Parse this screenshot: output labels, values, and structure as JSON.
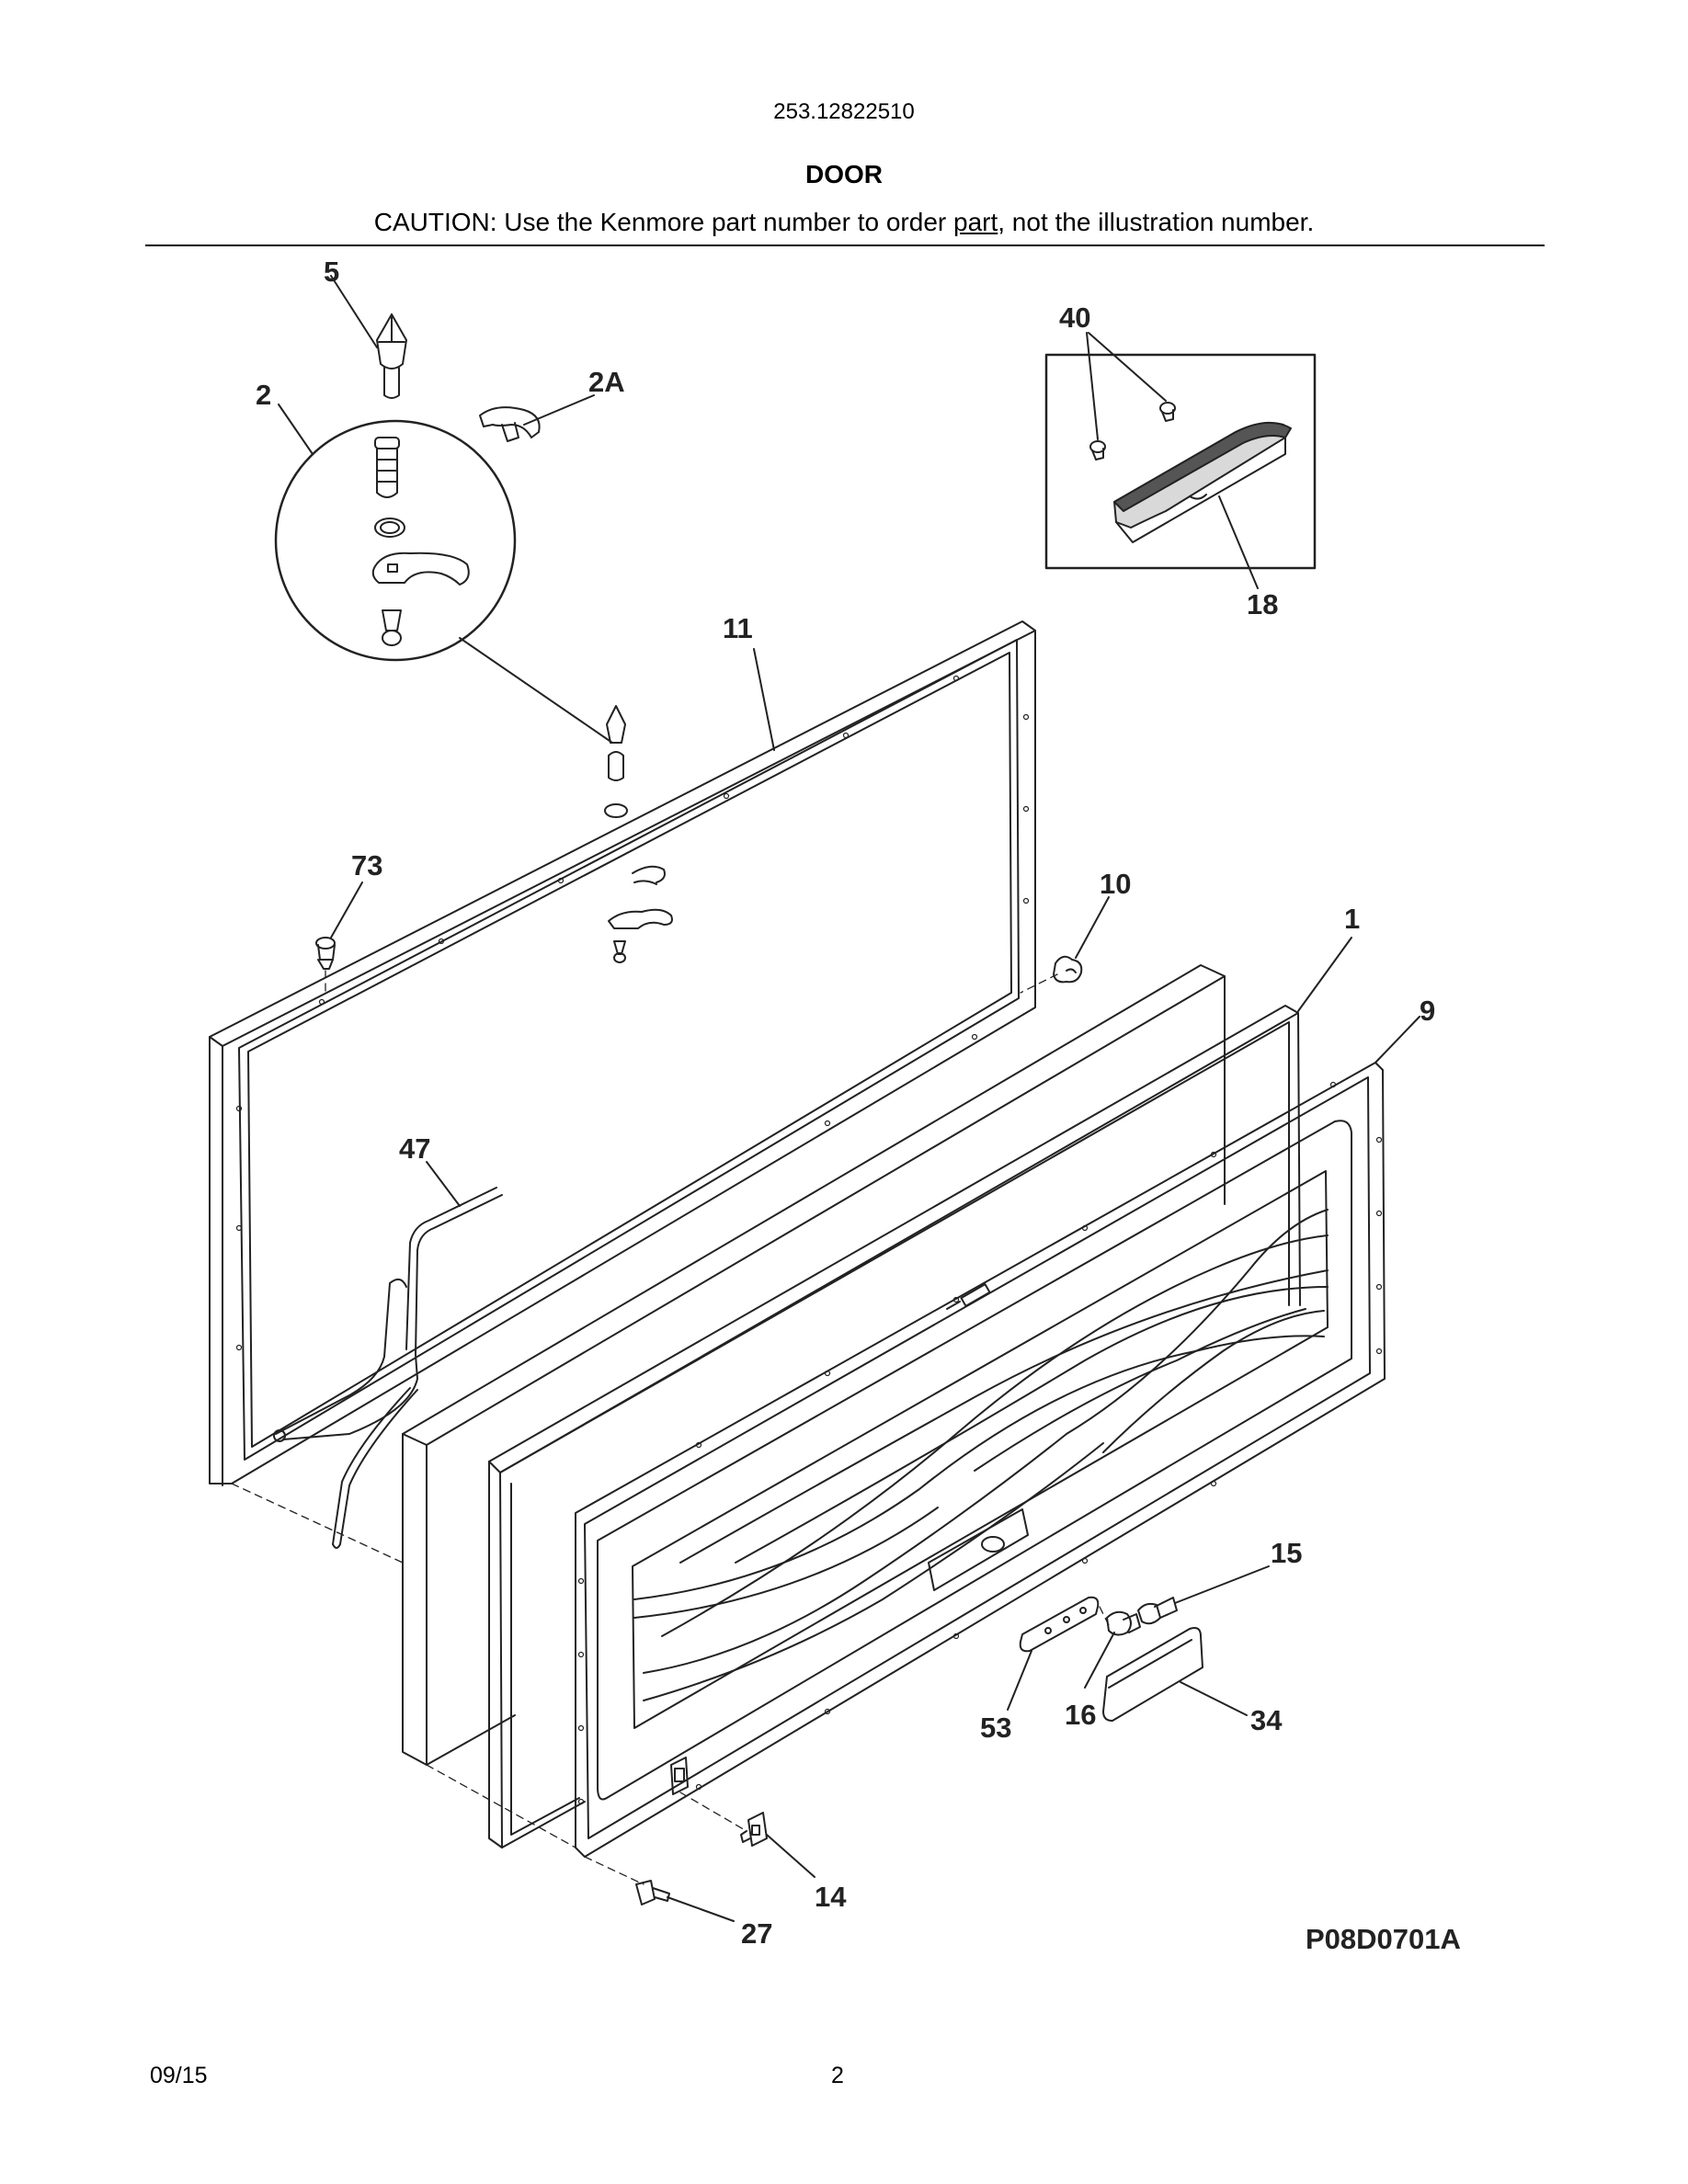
{
  "header": {
    "model_number": "253.12822510",
    "title": "DOOR",
    "caution_prefix": "CAUTION: Use the Kenmore part number to order ",
    "caution_link": "part",
    "caution_suffix": ", not the illustration number."
  },
  "callouts": {
    "c5": "5",
    "c2": "2",
    "c2a": "2A",
    "c40": "40",
    "c18": "18",
    "c11": "11",
    "c73": "73",
    "c10": "10",
    "c1": "1",
    "c9": "9",
    "c47": "47",
    "c15": "15",
    "c53": "53",
    "c16": "16",
    "c34": "34",
    "c14": "14",
    "c27": "27"
  },
  "figure_code": "P08D0701A",
  "footer": {
    "date": "09/15",
    "page": "2"
  }
}
